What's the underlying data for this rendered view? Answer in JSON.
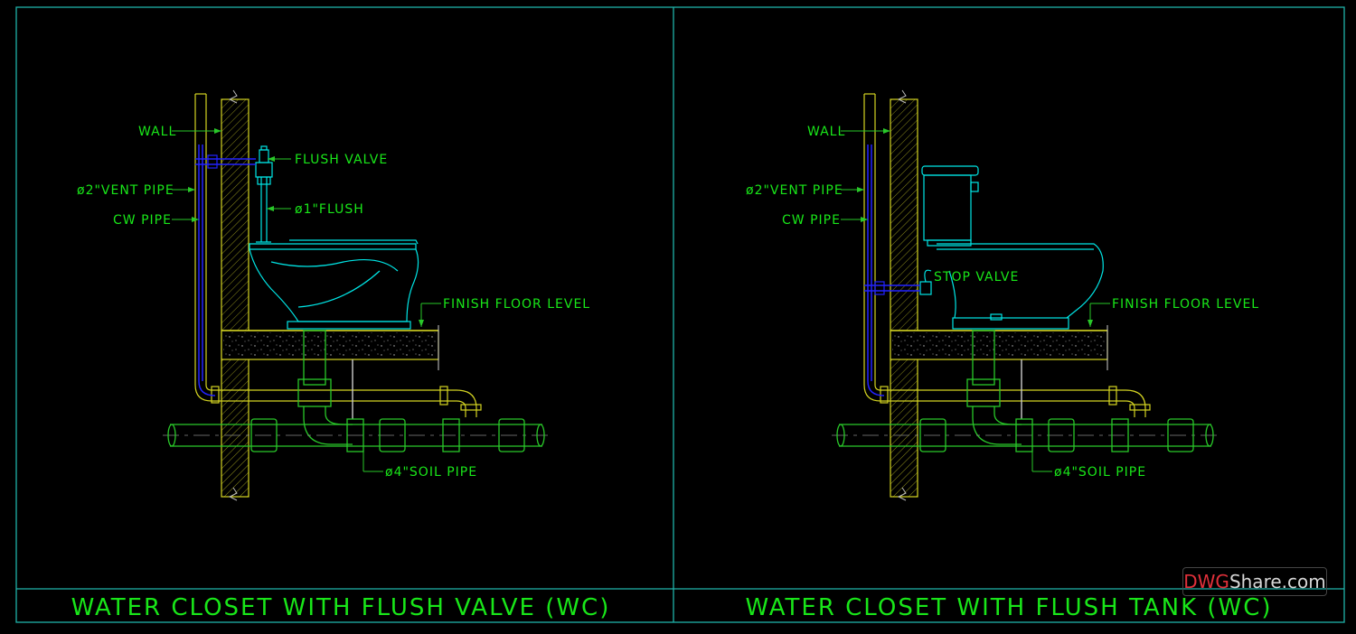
{
  "colors": {
    "frame": "#20b2aa",
    "label": "#19e619",
    "wall": "#d4d422",
    "fixture": "#00e5e5",
    "pipe": "#29c829",
    "water": "#2222ff"
  },
  "left": {
    "title": "WATER CLOSET WITH FLUSH VALVE (WC)",
    "labels": {
      "wall": "WALL",
      "flush_valve": "FLUSH VALVE",
      "vent_pipe": "ø2\"VENT PIPE",
      "flush": "ø1\"FLUSH",
      "cw_pipe": "CW PIPE",
      "finish_floor": "FINISH FLOOR LEVEL",
      "soil_pipe": "ø4\"SOIL PIPE"
    }
  },
  "right": {
    "title": "WATER CLOSET WITH FLUSH TANK (WC)",
    "labels": {
      "wall": "WALL",
      "vent_pipe": "ø2\"VENT PIPE",
      "cw_pipe": "CW PIPE",
      "stop_valve": "STOP VALVE",
      "finish_floor": "FINISH FLOOR LEVEL",
      "soil_pipe": "ø4\"SOIL PIPE"
    }
  },
  "watermark": {
    "part1": "DWG",
    "part2": "Share.com"
  }
}
